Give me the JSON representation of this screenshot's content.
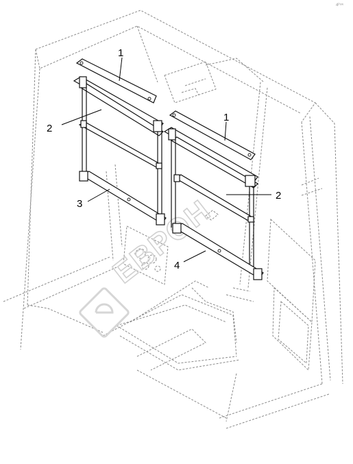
{
  "diagram": {
    "callouts": [
      {
        "id": "callout-1-left",
        "label": "1"
      },
      {
        "id": "callout-2-left",
        "label": "2"
      },
      {
        "id": "callout-3",
        "label": "3"
      },
      {
        "id": "callout-1-right",
        "label": "1"
      },
      {
        "id": "callout-2-right",
        "label": "2"
      },
      {
        "id": "callout-4",
        "label": "4"
      }
    ],
    "watermark": {
      "text": "ЕВРОН",
      "icon": "evroh-logo-icon"
    },
    "corner_mark": "4ᴾᵒʷ"
  }
}
